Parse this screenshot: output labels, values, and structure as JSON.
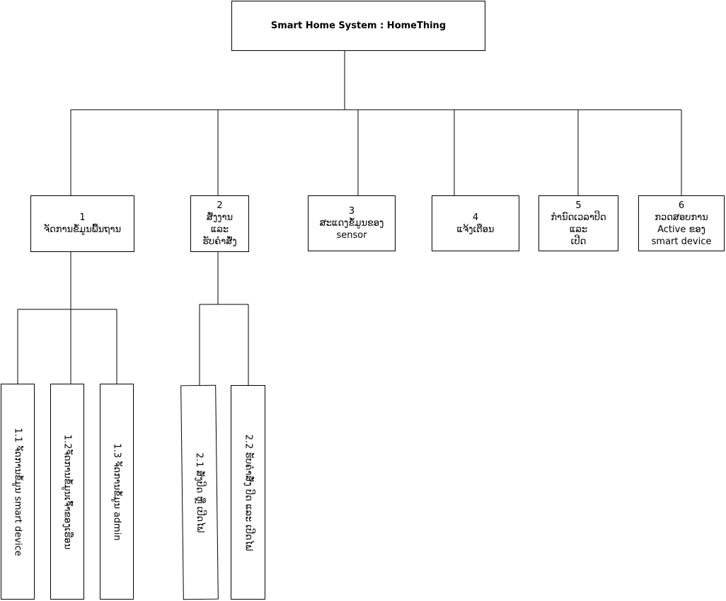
{
  "root": {
    "title": "Smart Home System : HomeThing"
  },
  "modules": [
    {
      "lines": [
        "1",
        "ຈັດການຂໍ້ມູນພື້ນຖານ"
      ]
    },
    {
      "lines": [
        "2",
        "ສັ່ງງານ",
        "ແລະ",
        "ຮັບຄຳສັ່ງ"
      ]
    },
    {
      "lines": [
        "3",
        "ສະແດງຂໍ້ມູນຂອງ",
        "sensor"
      ]
    },
    {
      "lines": [
        "4",
        "ແຈ້ງເຕືອນ"
      ]
    },
    {
      "lines": [
        "5",
        "ກຳນົດເວລາປິດ",
        "ແລະ",
        "ເປີດ"
      ]
    },
    {
      "lines": [
        "6",
        "ກວດສອບການ",
        "Active ຂອງ",
        "smart device"
      ]
    }
  ],
  "sub1": [
    "1.1 ຈັດການຂໍ້ມູນ smart device",
    "1.2ຈັດການຂໍ້ມູນເຈົ້າຂອງເຮືອນ",
    "1.3 ຈັດການຂໍ້ມູນ admin"
  ],
  "sub2": [
    "2.1 ສັ່ງປິດ ຫຼື ເປີດໄຟ",
    "2.2 ຮັບຄຳສັ່ງ ປິດ ແລະ ເປີດໄຟ"
  ]
}
